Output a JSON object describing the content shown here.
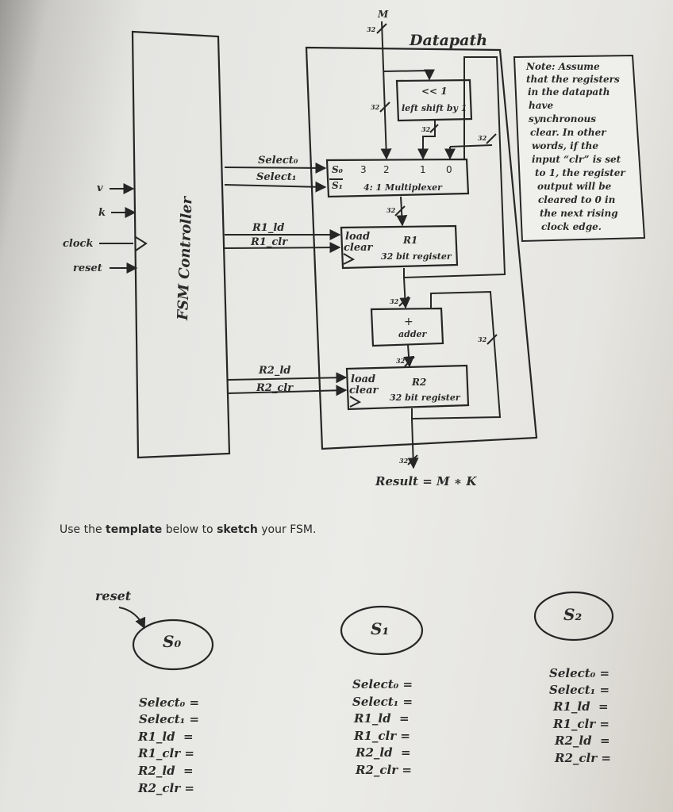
{
  "datapath": {
    "title": "Datapath",
    "input_m": "M",
    "bus_width": "32",
    "shifter_symbol": "<< 1",
    "shifter_label": "left shift by 1",
    "select0": "Select₀",
    "select1": "Select₁",
    "mux_s0": "S₀",
    "mux_s1": "S₁",
    "mux_in3": "3",
    "mux_in2": "2",
    "mux_in1": "1",
    "mux_in0": "0",
    "mux_label": "4: 1 Multiplexer",
    "r1_ld": "R1_ld",
    "r1_clr": "R1_clr",
    "load": "load",
    "clear": "clear",
    "r1_name": "R1",
    "register_label": "32 bit register",
    "adder_symbol": "+",
    "adder_label": "adder",
    "r2_ld": "R2_ld",
    "r2_clr": "R2_clr",
    "r2_name": "R2",
    "result": "Result = M ∗ K"
  },
  "controller": {
    "title": "FSM Controller",
    "input_v": "v",
    "input_k": "k",
    "clock": "clock",
    "reset": "reset"
  },
  "note": {
    "lines": [
      "Note: Assume",
      "that the registers",
      "in the datapath",
      "have",
      "synchronous",
      "clear. In other",
      "words, if the",
      "input “clr” is set",
      "to 1, the register",
      "output will be",
      "cleared to 0 in",
      "the next rising",
      "clock edge."
    ]
  },
  "instruction": {
    "prefix": "Use the ",
    "bold1": "template",
    "middle": " below to ",
    "bold2": "sketch",
    "suffix": " your FSM."
  },
  "fsm": {
    "reset_label": "reset",
    "states": [
      {
        "name": "S₀",
        "outputs": [
          "Select₀ =",
          "Select₁ =",
          "R1_ld  =",
          "R1_clr =",
          "R2_ld  =",
          "R2_clr ="
        ]
      },
      {
        "name": "S₁",
        "outputs": [
          "Select₀ =",
          "Select₁ =",
          "R1_ld  =",
          "R1_clr =",
          "R2_ld  =",
          "R2_clr ="
        ]
      },
      {
        "name": "S₂",
        "outputs": [
          "Select₀ =",
          "Select₁ =",
          "R1_ld  =",
          "R1_clr =",
          "R2_ld  =",
          "R2_clr ="
        ]
      }
    ]
  }
}
